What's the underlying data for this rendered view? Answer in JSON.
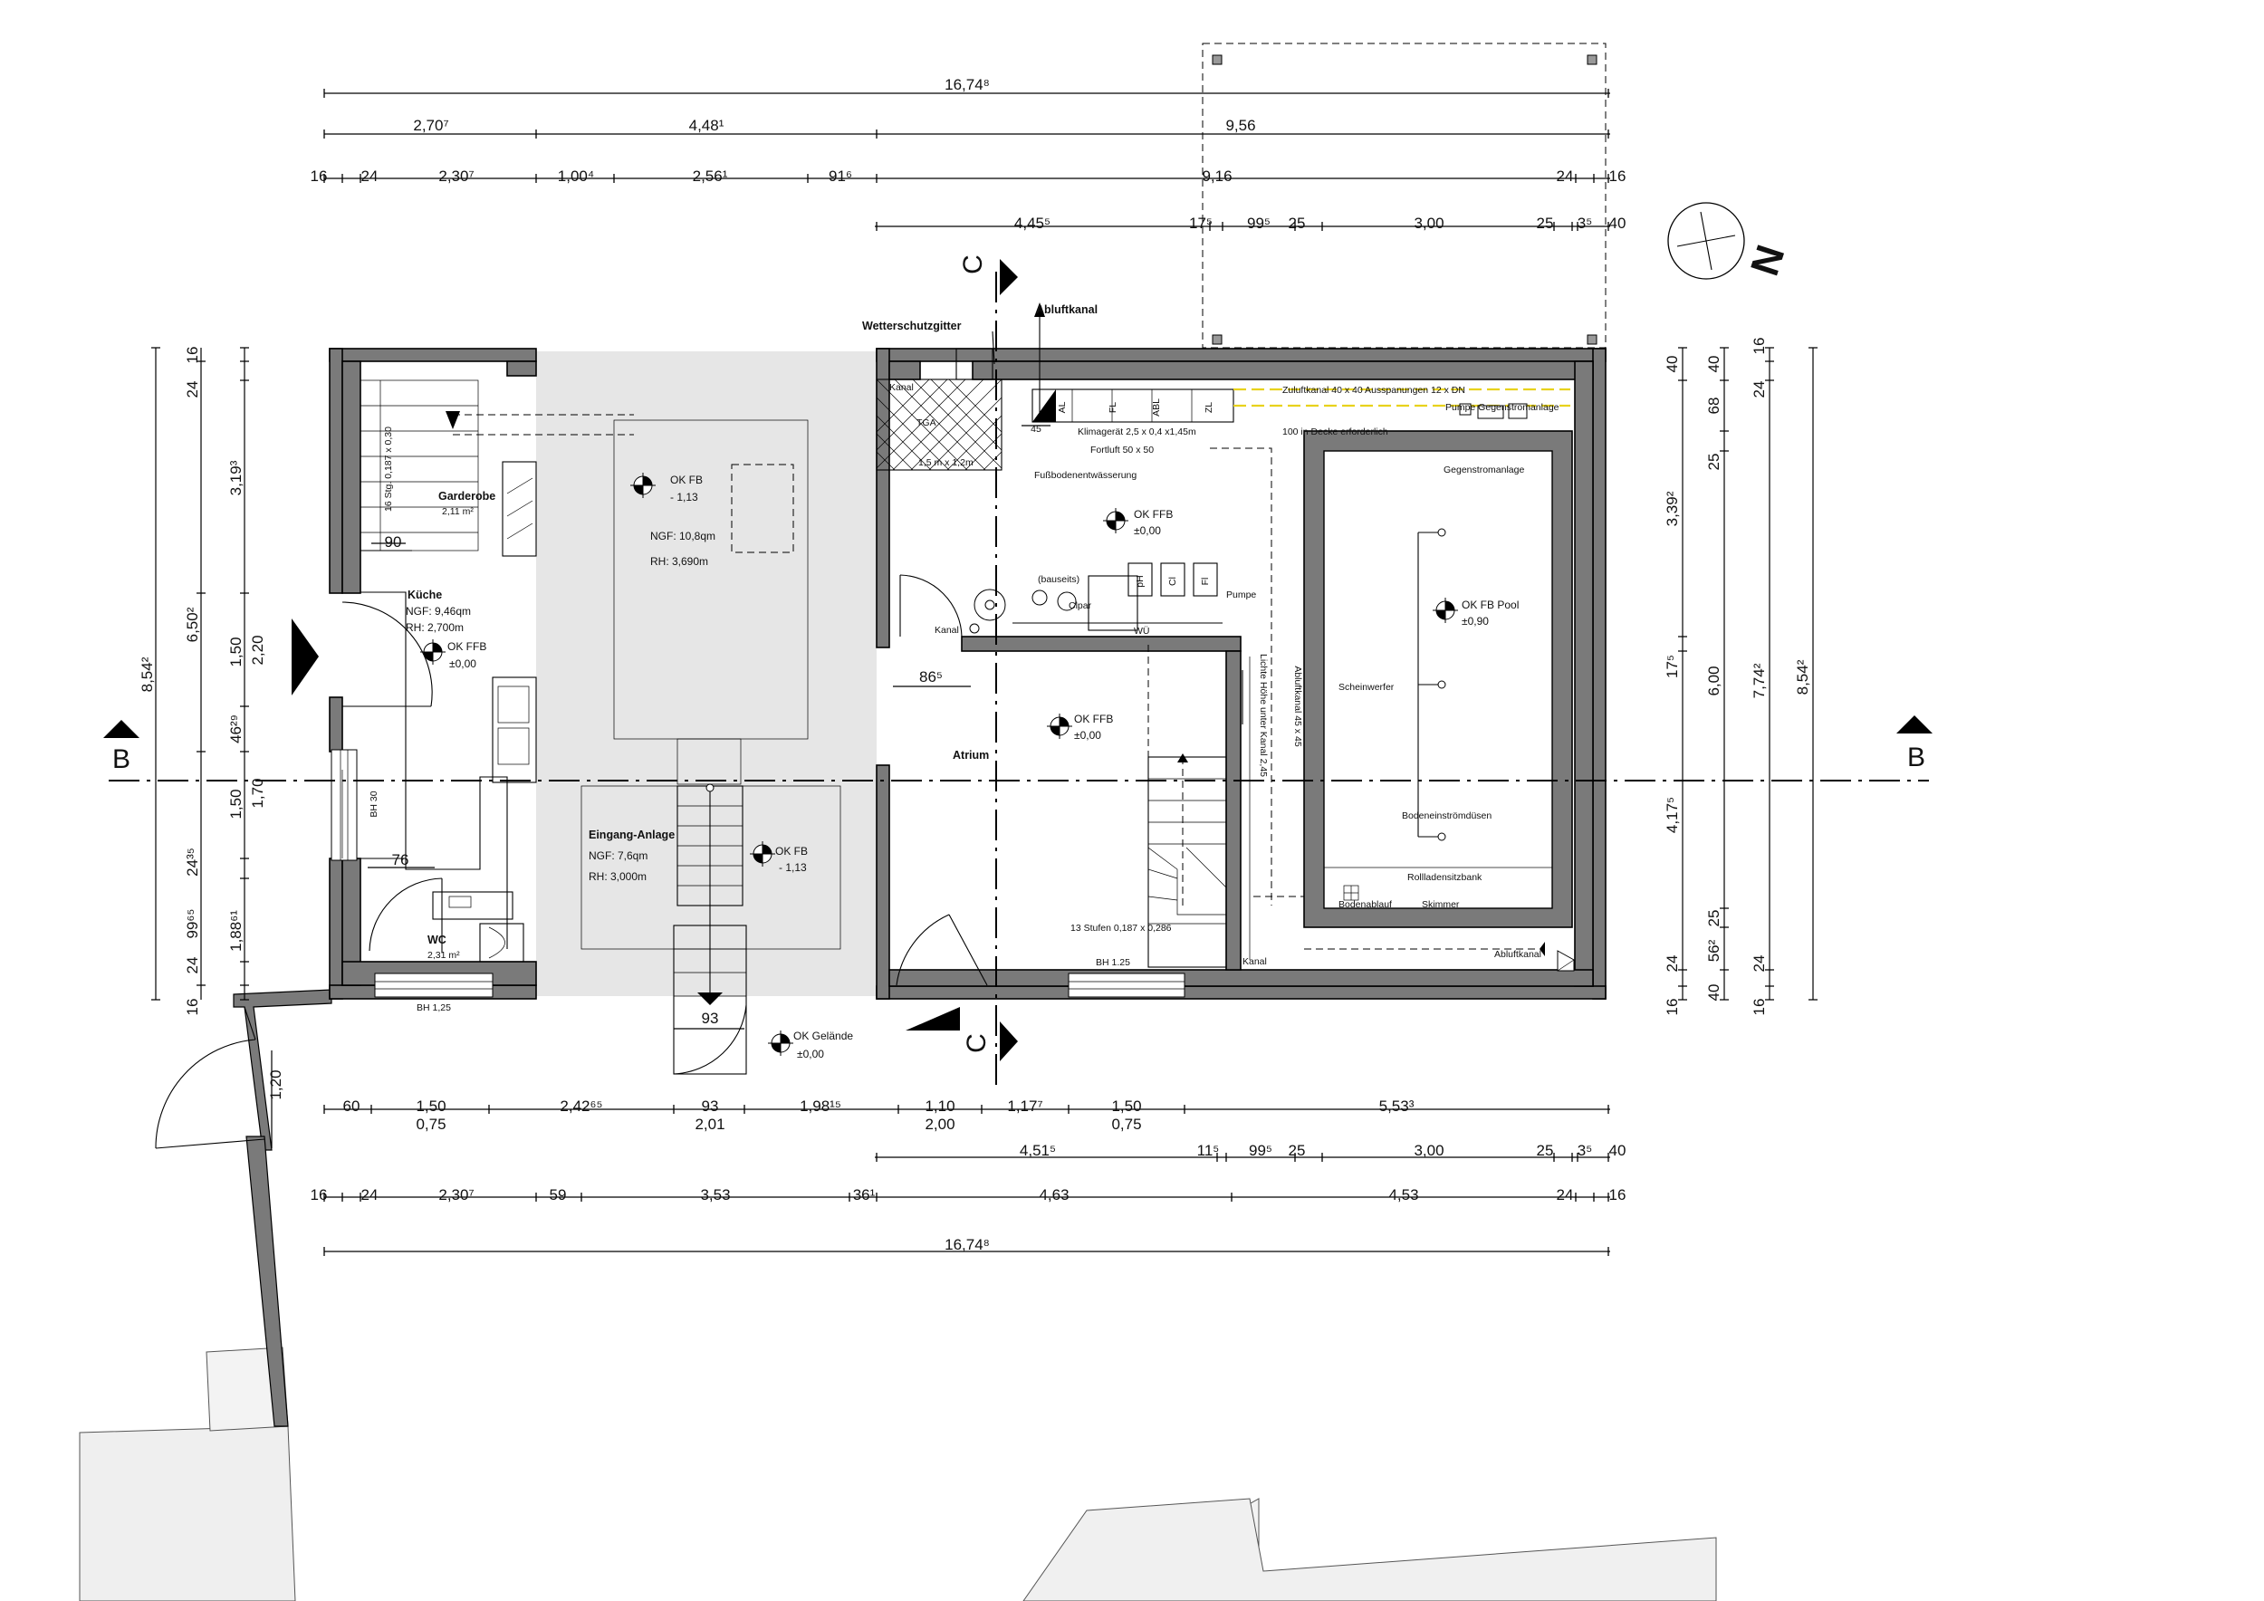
{
  "rooms": {
    "garderobe": {
      "name": "Garderobe",
      "area": "2,11 m²"
    },
    "kueche": {
      "name": "Küche",
      "ngf": "NGF: 9,46qm",
      "rh": "RH: 2,700m"
    },
    "wc": {
      "name": "WC",
      "area": "2,31 m²"
    },
    "flur": {
      "ngf": "NGF: 10,8qm",
      "rh": "RH: 3,690m"
    },
    "eingang": {
      "name": "Eingang-Anlage",
      "ngf": "NGF: 7,6qm",
      "rh": "RH: 3,000m"
    },
    "atrium": {
      "name": "Atrium"
    },
    "tga": {
      "name": "TGA",
      "size": "1,5 m x 1,2m"
    }
  },
  "levels": {
    "ok_ffb_kueche": {
      "label": "OK FFB",
      "value": "±0,00"
    },
    "ok_fb_flur": {
      "label": "OK FB",
      "value": "- 1,13"
    },
    "ok_fb_eingang": {
      "label": "OK FB",
      "value": "- 1,13"
    },
    "ok_ffb_tech": {
      "label": "OK FFB",
      "value": "±0,00"
    },
    "ok_ffb_atrium": {
      "label": "OK FFB",
      "value": "±0,00"
    },
    "ok_fb_pool": {
      "label": "OK FB Pool",
      "value": "±0,90"
    },
    "ok_gelaende": {
      "label": "OK Gelände",
      "value": "±0,00"
    }
  },
  "labels": {
    "stair_top": "16 Stg. 0,187 x 0,30",
    "stair_atrium": "13 Stufen 0,187 x 0,286",
    "bh30": "BH 30",
    "bh125_a": "BH 1,25",
    "bh125_b": "BH 1.25",
    "wetterschutzgitter": "Wetterschutzgitter",
    "abluftkanal_top": "Abluftkanal",
    "kanal_a": "Kanal",
    "kanal_b": "Kanal",
    "kanal_c": "Kanal",
    "zuluftkanal": "Zuluftkanal 40 x 40 Ausspanungen 12 x DN",
    "decke": "100 in Decke erforderlich",
    "pumpe_gegen": "Pumpe Gegenstromanlage",
    "klimageraet": "Klimagerät 2,5 x 0,4 x1,45m",
    "fortluft": "Fortluft 50 x 50",
    "fussboden": "Fußbodenentwässerung",
    "gegenstromanlage": "Gegenstromanlage",
    "bauseits": "(bauseits)",
    "clpar": "Clpar",
    "wue": "WÜ",
    "pumpe": "Pumpe",
    "abluftkanal_v": "Abluftkanal 45 x 45",
    "lichte_hoehe": "Lichte Höhe unter Kanal 2,45",
    "scheinwerfer": "Scheinwerfer",
    "bodeneinstroem": "Bodeneinströmdüsen",
    "rollladen": "Rollladensitzbank",
    "bodenablauf": "Bodenablauf",
    "skimmer": "Skimmer",
    "abluftkanal_bottom": "Abluftkanal",
    "al": "AL",
    "fl": "FL",
    "abl": "ABL",
    "zl": "ZL",
    "ph": "pH",
    "cl": "Cl",
    "fl2": "Fl",
    "dim_45": "45",
    "d90": "90",
    "d76": "76",
    "d865": "86⁵",
    "d93": "93",
    "sec_c": "C",
    "sec_b": "B",
    "north": "N"
  },
  "dims_top": {
    "r1": [
      "16,74⁸"
    ],
    "r2": [
      "2,70⁷",
      "4,48¹",
      "9,56"
    ],
    "r3": [
      "16",
      "24",
      "2,30⁷",
      "1,00⁴",
      "2,56¹",
      "91⁶",
      "9,16",
      "24",
      "16"
    ],
    "r4": [
      "4,45⁵",
      "17⁵",
      "99⁵",
      "25",
      "3,00",
      "25",
      "3⁵",
      "40"
    ]
  },
  "dims_bottom": {
    "r1a": [
      "60",
      "1,50",
      "2,42⁶⁵",
      "93",
      "1,98¹⁵",
      "1,10",
      "1,17⁷",
      "1,50",
      "5,53³"
    ],
    "r1b": [
      "0,75",
      "2,01",
      "2,00",
      "0,75"
    ],
    "r2": [
      "4,51⁵",
      "11⁵",
      "99⁵",
      "25",
      "3,00",
      "25",
      "3⁵",
      "40"
    ],
    "r3": [
      "16",
      "24",
      "2,30⁷",
      "59",
      "3,53",
      "36¹",
      "4,63",
      "4,53",
      "24",
      "16"
    ],
    "r4": [
      "16,74⁸"
    ]
  },
  "dims_left": {
    "outer": [
      "8,54²"
    ],
    "mid": [
      "6,50²"
    ],
    "inner": [
      "16",
      "24",
      "3,19³",
      "1,50",
      "46²⁹",
      "1,50",
      "24³⁵",
      "99⁶⁵",
      "24",
      "16"
    ],
    "inner2": [
      "2,20",
      "1,70",
      "1,88⁶¹"
    ],
    "door": [
      "1,20"
    ]
  },
  "dims_right": {
    "c1": [
      "40",
      "3,39²",
      "17⁵",
      "4,17⁵",
      "24",
      "16"
    ],
    "c2": [
      "40",
      "68",
      "25",
      "6,00",
      "25",
      "56²",
      "40"
    ],
    "c3": [
      "16",
      "24",
      "7,74²",
      "24",
      "16"
    ],
    "c4": [
      "8,54²"
    ]
  }
}
